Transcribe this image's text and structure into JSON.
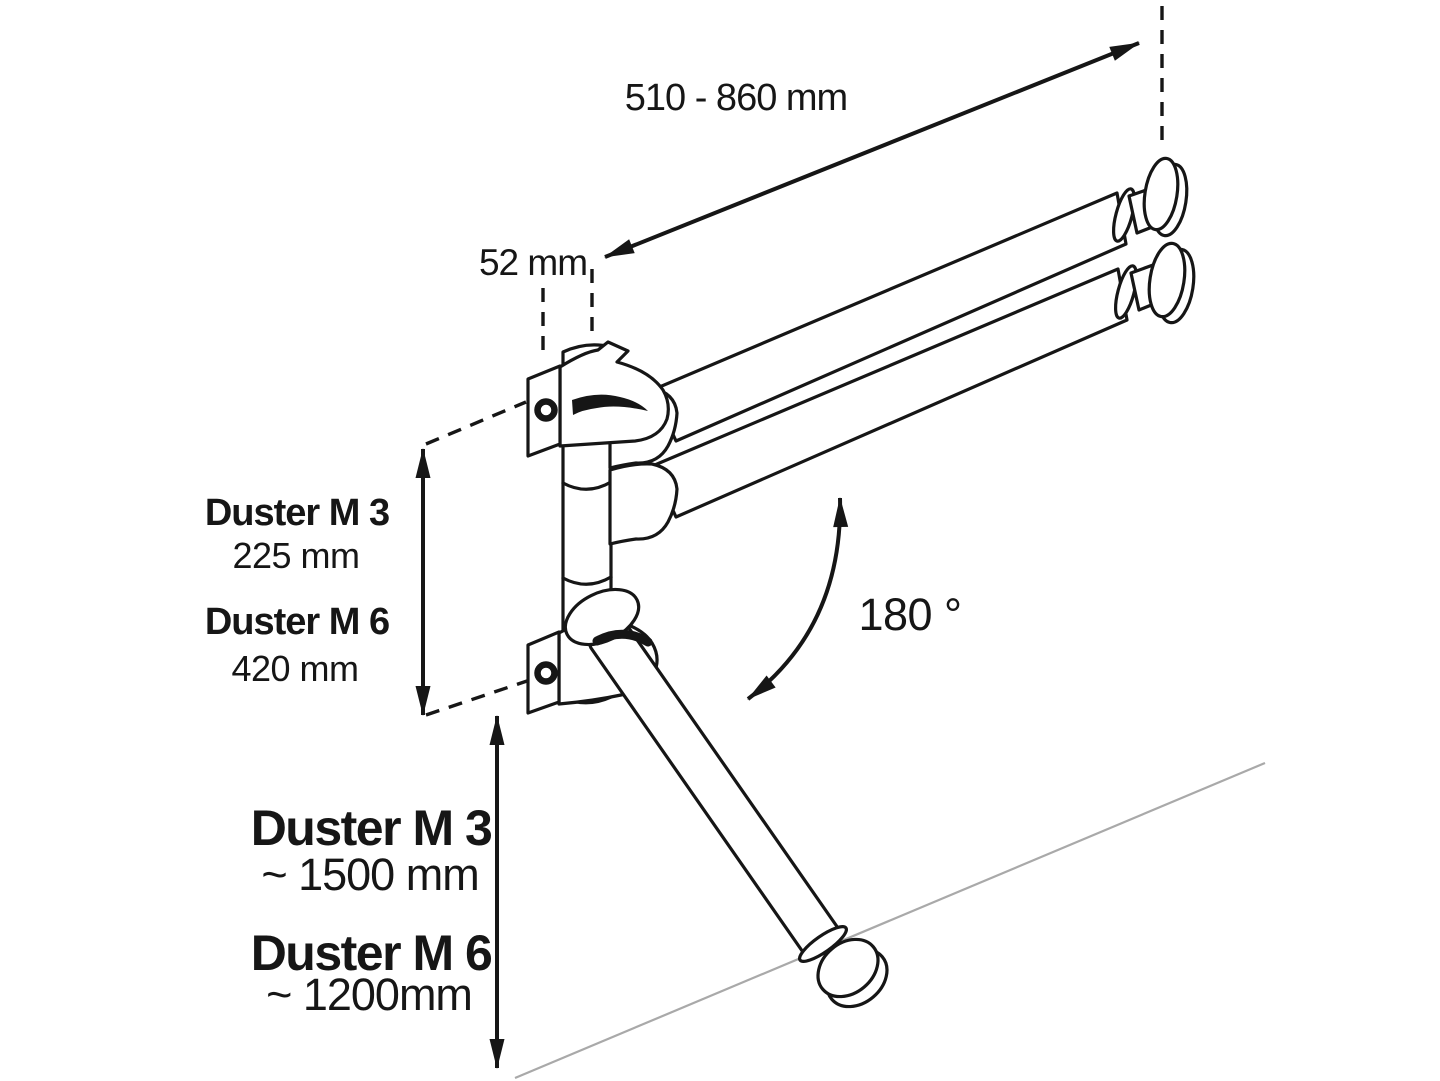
{
  "figure": {
    "colors": {
      "line": "#161616",
      "floor_line": "#a9a9a9",
      "background": "#ffffff"
    },
    "labels": {
      "reach": "510 - 860 mm",
      "depth": "52 mm",
      "swivel_angle": "180 °",
      "mount_height": [
        {
          "name": "Duster M 3",
          "value": "225 mm"
        },
        {
          "name": "Duster M 6",
          "value": "420 mm"
        }
      ],
      "floor_height": [
        {
          "name": "Duster M 3",
          "value": "~ 1500 mm"
        },
        {
          "name": "Duster M 6",
          "value": "~ 1200mm"
        }
      ]
    }
  }
}
